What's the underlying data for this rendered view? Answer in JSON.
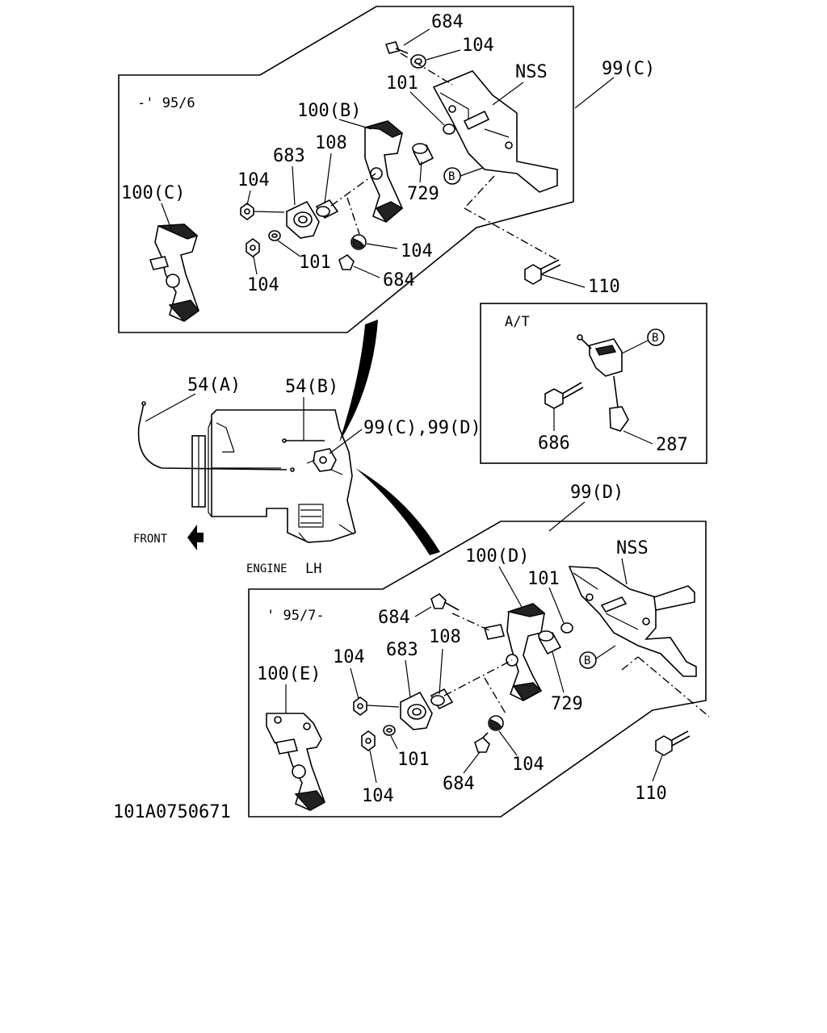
{
  "drawing_id": "101A0750671",
  "upper_panel": {
    "date_tag": "-' 95/6",
    "assembly": "99(C)",
    "labels": {
      "p684_top": "684",
      "p104_top": "104",
      "nss": "NSS",
      "p101_top": "101",
      "p100b": "100(B)",
      "p108": "108",
      "p683": "683",
      "p104_left": "104",
      "p100c": "100(C)",
      "p729": "729",
      "p104_mid": "104",
      "p101_bot": "101",
      "p104_bot": "104",
      "p684_bot": "684",
      "p110": "110",
      "circle_b": "B"
    }
  },
  "at_panel": {
    "title": "A/T",
    "labels": {
      "circle_b": "B",
      "p686": "686",
      "p287": "287"
    }
  },
  "engine_view": {
    "labels": {
      "p54a": "54(A)",
      "p54b": "54(B)",
      "p99cd": "99(C),99(D)",
      "front": "FRONT",
      "engine": "ENGINE",
      "lh": "LH"
    }
  },
  "lower_panel": {
    "date_tag": "' 95/7-",
    "assembly": "99(D)",
    "labels": {
      "nss": "NSS",
      "p100d": "100(D)",
      "p101_top": "101",
      "p684_top": "684",
      "p108": "108",
      "p683": "683",
      "p104_left": "104",
      "p100e": "100(E)",
      "p729": "729",
      "circle_b": "B",
      "p104_mid": "104",
      "p101_bot": "101",
      "p684_bot": "684",
      "p104_bot": "104",
      "p110": "110"
    }
  }
}
